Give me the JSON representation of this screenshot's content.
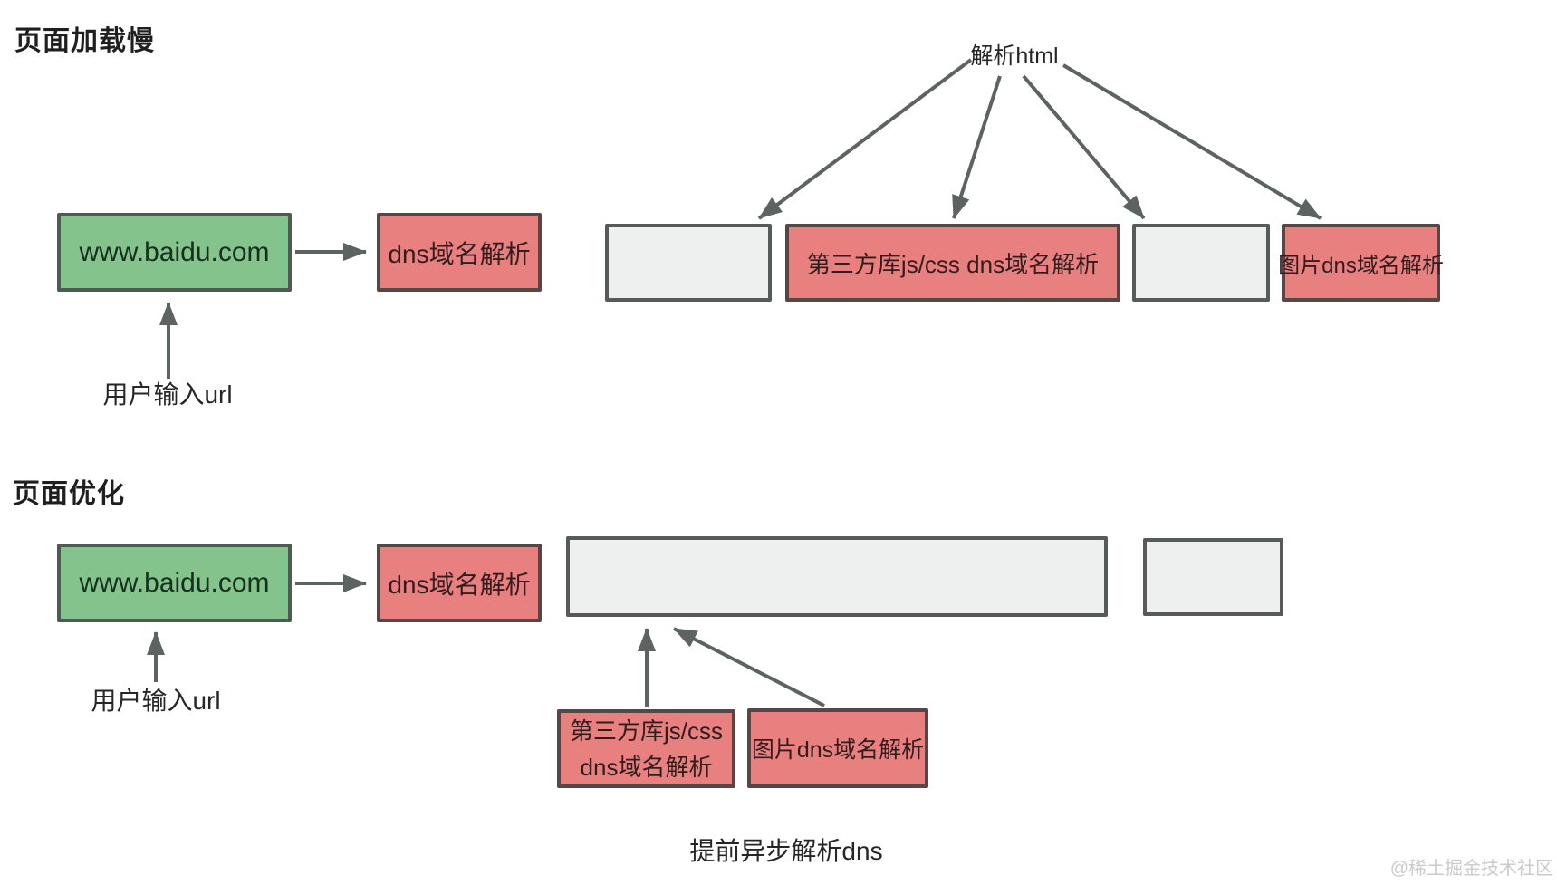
{
  "colors": {
    "green_fill": "#84c48c",
    "green_border": "#4f5a52",
    "red_fill": "#e8807f",
    "red_border": "#574646",
    "gray_fill": "#edf0ee",
    "gray_border": "#565a58",
    "arrow": "#5d6360",
    "heading_text": "#1f1f1f",
    "watermark_text": "#cbcbcb"
  },
  "slow": {
    "heading": "页面加载慢",
    "url_box": "www.baidu.com",
    "user_input_caption": "用户输入url",
    "dns_box": "dns域名解析",
    "parse_html_label": "解析html",
    "third_party_dns_box": "第三方库js/css dns域名解析",
    "image_dns_box": "图片dns域名解析"
  },
  "optimized": {
    "heading": "页面优化",
    "url_box": "www.baidu.com",
    "user_input_caption": "用户输入url",
    "dns_box": "dns域名解析",
    "third_party_dns_line1": "第三方库js/css",
    "third_party_dns_line2": "dns域名解析",
    "image_dns_box": "图片dns域名解析",
    "bottom_caption": "提前异步解析dns"
  },
  "watermark": "@稀土掘金技术社区"
}
